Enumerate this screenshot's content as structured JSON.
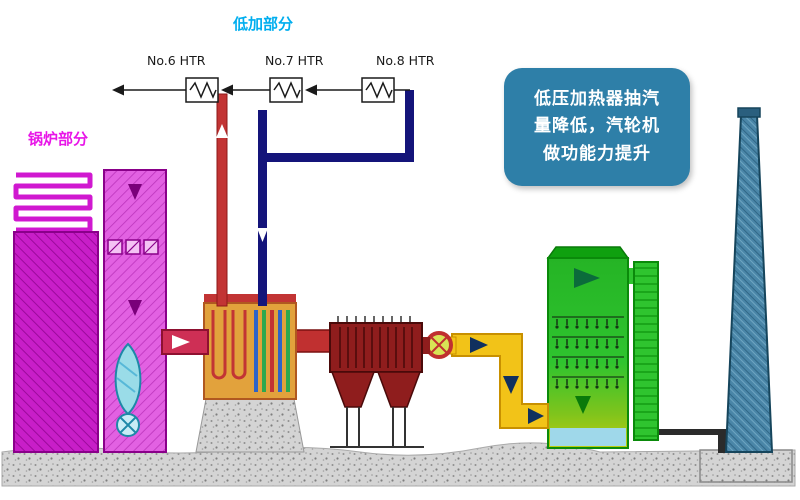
{
  "labels": {
    "low_pressure_heater_section": "低加部分",
    "boiler_section": "锅炉部分",
    "heater_no6": "No.6 HTR",
    "heater_no7": "No.7 HTR",
    "heater_no8": "No.8 HTR"
  },
  "callout": {
    "lines": [
      "低压加热器抽汽",
      "量降低，汽轮机",
      "做功能力提升"
    ]
  },
  "colors": {
    "label_cyan": "#00AEEF",
    "label_magenta": "#E816E8",
    "callout_background": "#2E7FA8",
    "callout_text": "#FFFFFF",
    "boiler_magenta": "#C428C4",
    "hot_pipe_red": "#C23434",
    "cold_pipe_navy": "#14147A",
    "economizer_tan": "#E2A23C",
    "precipitator_dark_red": "#8F1D1D",
    "flue_duct_yellow": "#F2C318",
    "absorber_green": "#2FC42F",
    "chimney_teal": "#4A86A8",
    "ground_gray": "#D4D4D4"
  }
}
